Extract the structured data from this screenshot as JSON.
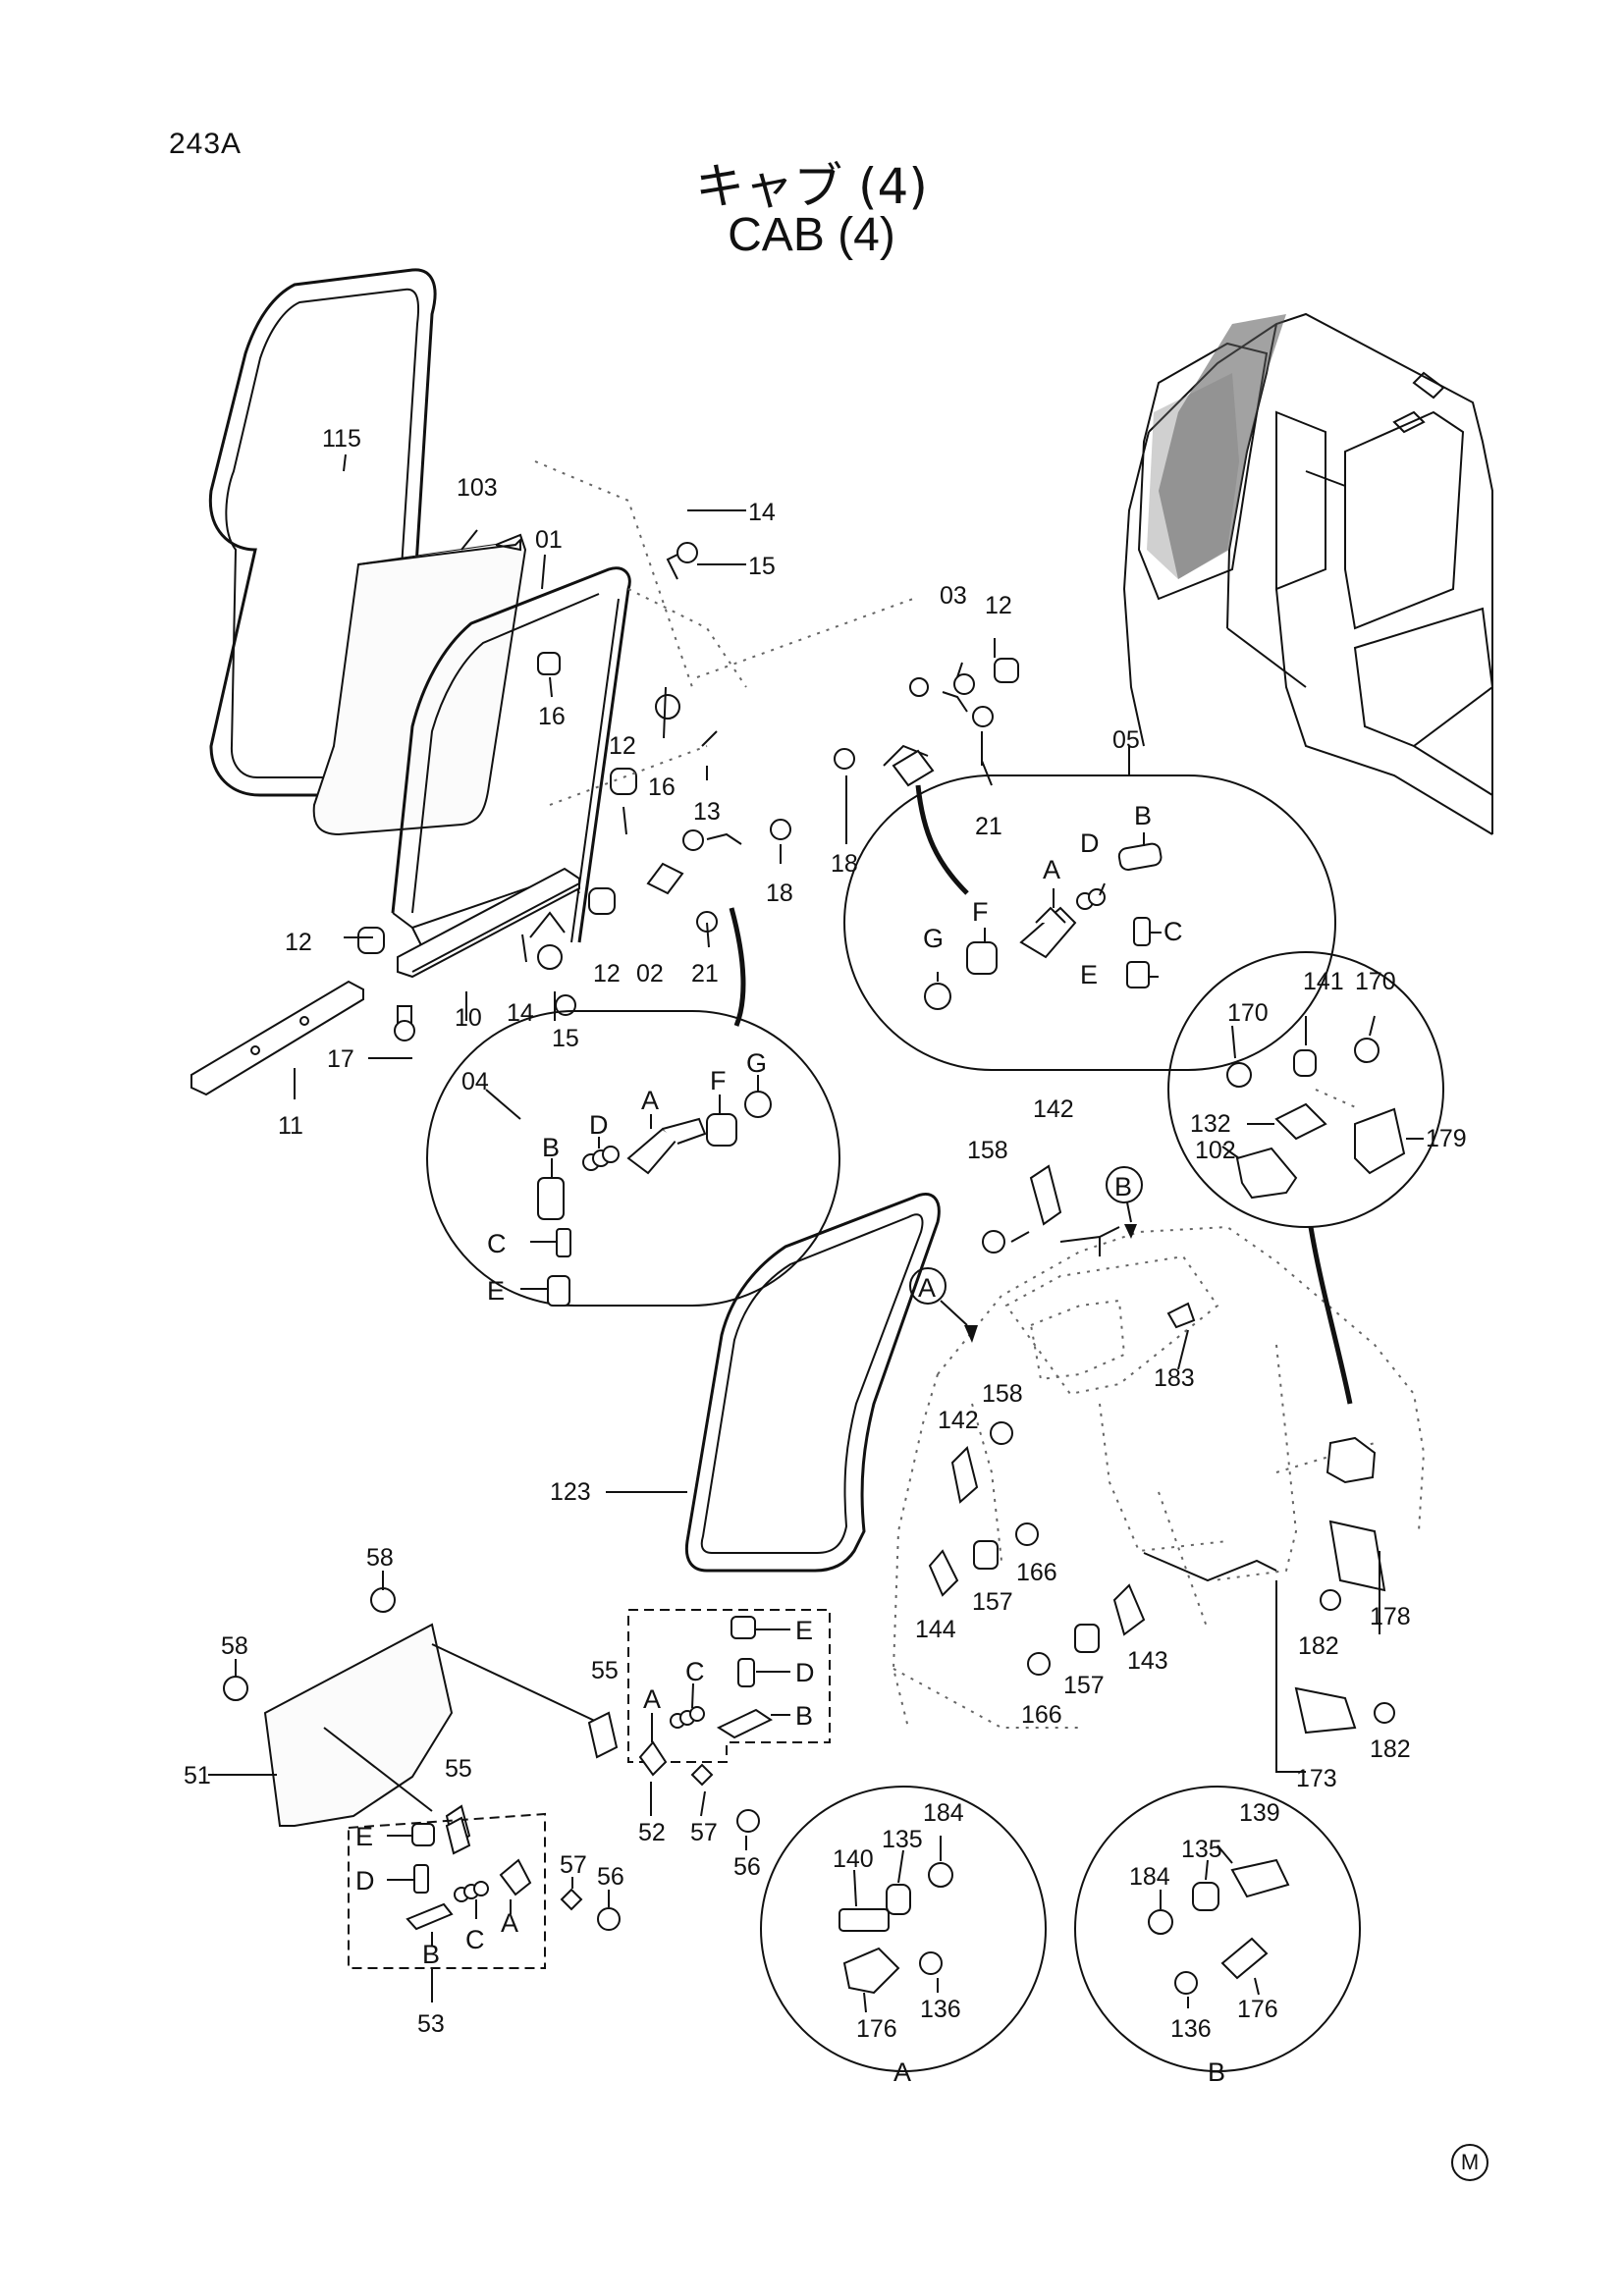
{
  "header": {
    "page_number": "243A",
    "title_jp": "キャブ (4)",
    "title_en": "CAB (4)",
    "corner_mark": "M"
  },
  "labels": {
    "115": "115",
    "103": "103",
    "01": "01",
    "14": "14",
    "15": "15",
    "16": "16",
    "12": "12",
    "13": "13",
    "02": "02",
    "21": "21",
    "18": "18",
    "03": "03",
    "05": "05",
    "10": "10",
    "11": "11",
    "17": "17",
    "04": "04",
    "A": "A",
    "B": "B",
    "C": "C",
    "D": "D",
    "E": "E",
    "F": "F",
    "G": "G",
    "141": "141",
    "170": "170",
    "132": "132",
    "179": "179",
    "102": "102",
    "142": "142",
    "158": "158",
    "183": "183",
    "123": "123",
    "144": "144",
    "157": "157",
    "166": "166",
    "143": "143",
    "178": "178",
    "182": "182",
    "173": "173",
    "58": "58",
    "55": "55",
    "51": "51",
    "52": "52",
    "57": "57",
    "56": "56",
    "53": "53",
    "184": "184",
    "135": "135",
    "140": "140",
    "136": "136",
    "176": "176",
    "139": "139"
  }
}
